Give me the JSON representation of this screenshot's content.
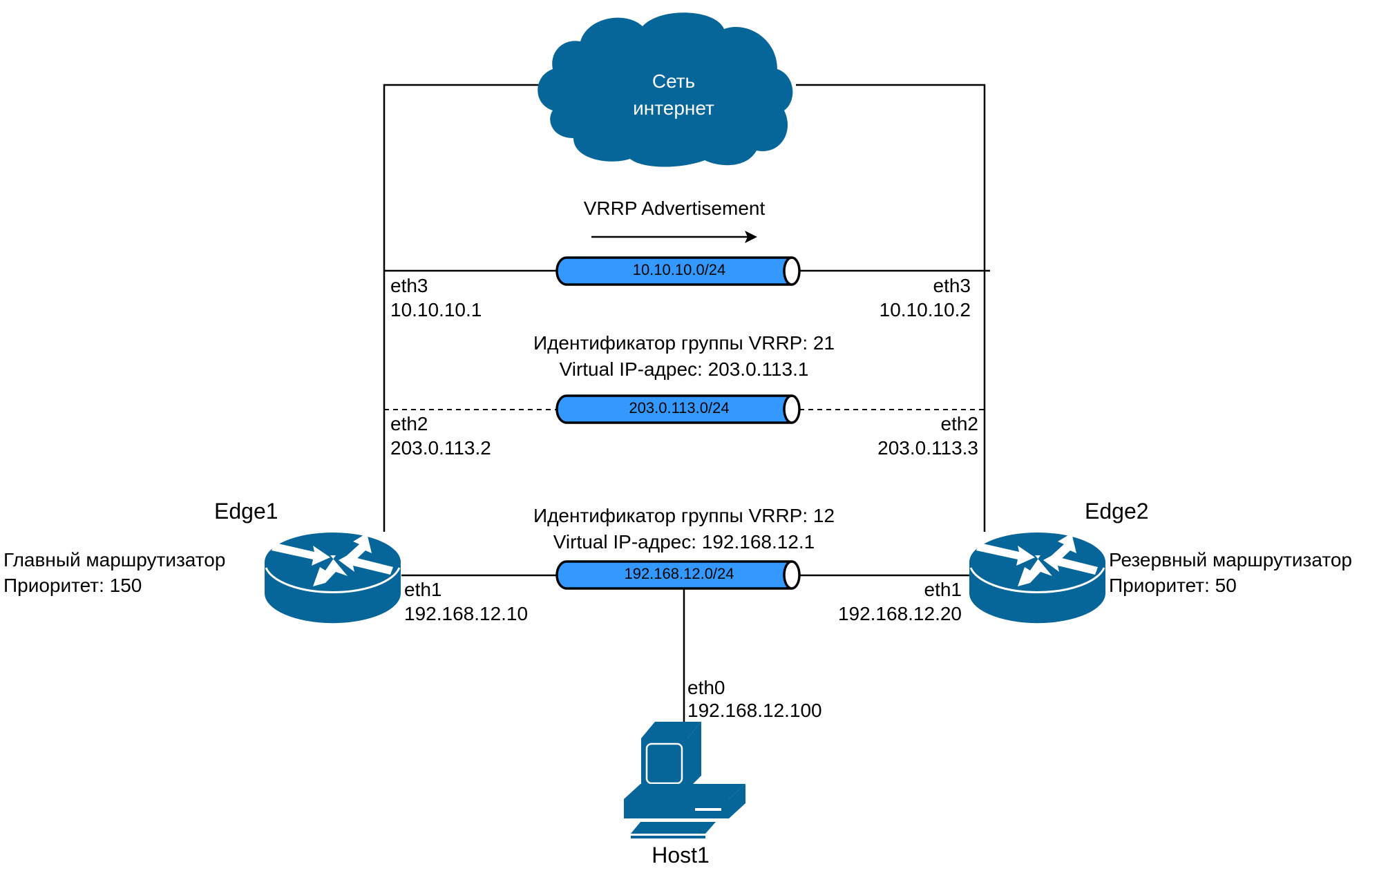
{
  "colors": {
    "device": "#066699",
    "pipe_fill": "#3399FF",
    "line": "#000000",
    "label_on_device": "#FFFFFF"
  },
  "cloud": {
    "icon": "cloud-icon",
    "line1": "Сеть",
    "line2": "интернет"
  },
  "advertisement": {
    "label": "VRRP Advertisement",
    "arrow_direction": "right"
  },
  "networks": [
    {
      "id": "net-10",
      "label": "10.10.10.0/24",
      "link_style": "solid"
    },
    {
      "id": "net-203",
      "label": "203.0.113.0/24",
      "link_style": "dashed"
    },
    {
      "id": "net-192",
      "label": "192.168.12.0/24",
      "link_style": "solid"
    }
  ],
  "vrrp_groups": [
    {
      "id_line": "Идентификатор группы VRRP: 21",
      "vip_line": "Virtual IP-адрес: 203.0.113.1"
    },
    {
      "id_line": "Идентификатор группы VRRP: 12",
      "vip_line": "Virtual IP-адрес: 192.168.12.1"
    }
  ],
  "edge1": {
    "name": "Edge1",
    "role": "Главный маршрутизатор",
    "priority": "Приоритет: 150",
    "icon": "router-icon",
    "interfaces": {
      "eth3": {
        "name": "eth3",
        "ip": "10.10.10.1"
      },
      "eth2": {
        "name": "eth2",
        "ip": "203.0.113.2"
      },
      "eth1": {
        "name": "eth1",
        "ip": "192.168.12.10"
      }
    }
  },
  "edge2": {
    "name": "Edge2",
    "role": "Резервный маршрутизатор",
    "priority": "Приоритет: 50",
    "icon": "router-icon",
    "interfaces": {
      "eth3": {
        "name": "eth3",
        "ip": "10.10.10.2"
      },
      "eth2": {
        "name": "eth2",
        "ip": "203.0.113.3"
      },
      "eth1": {
        "name": "eth1",
        "ip": "192.168.12.20"
      }
    }
  },
  "host1": {
    "name": "Host1",
    "icon": "workstation-icon",
    "interface": {
      "name": "eth0",
      "ip": "192.168.12.100"
    }
  }
}
